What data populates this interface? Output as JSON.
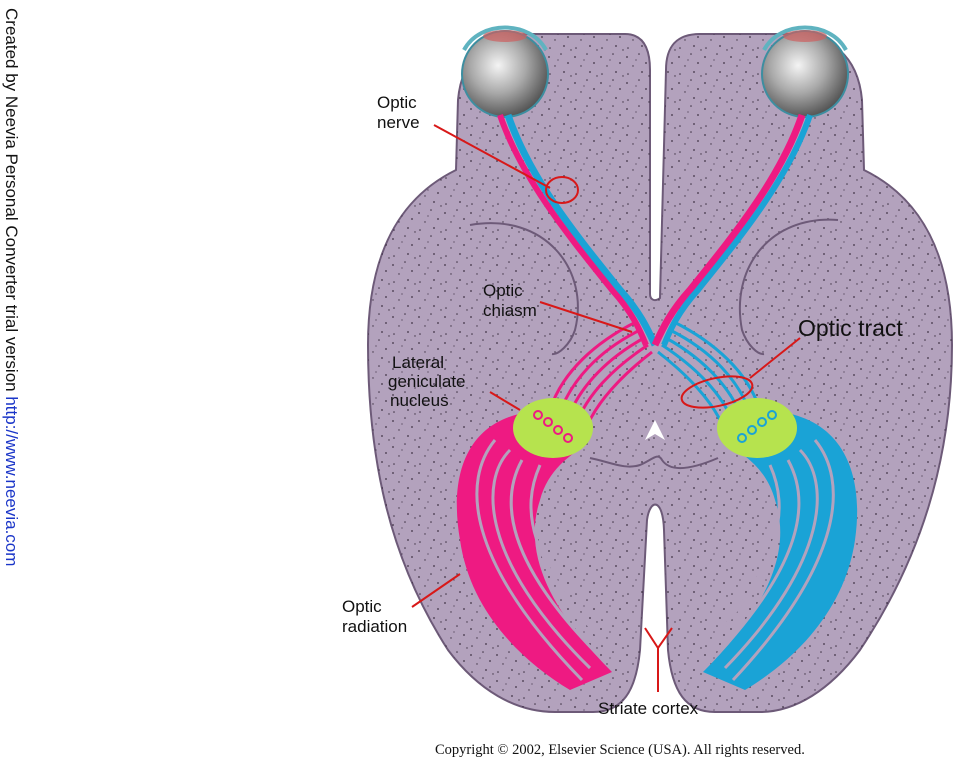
{
  "watermark": {
    "prefix": "Created by Neevia Personal Converter trial version ",
    "link": "http://www.neevia.com"
  },
  "labels": {
    "optic_nerve_1": "Optic",
    "optic_nerve_2": "nerve",
    "optic_chiasm_1": "Optic",
    "optic_chiasm_2": "chiasm",
    "optic_tract": "Optic tract",
    "lgn_1": "Lateral",
    "lgn_2": "geniculate",
    "lgn_3": "nucleus",
    "optic_radiation_1": "Optic",
    "optic_radiation_2": "radiation",
    "striate_cortex": "Striate cortex"
  },
  "copyright": "Copyright © 2002, Elsevier Science (USA). All rights reserved.",
  "colors": {
    "brain": "#b3a2bd",
    "brain_outline": "#6d5a78",
    "magenta_pathway": "#ee1a82",
    "cyan_pathway": "#1aa3d6",
    "lgn_green": "#b6e34e",
    "pointer_red": "#d81818",
    "watermark_link": "#1a35c8"
  }
}
